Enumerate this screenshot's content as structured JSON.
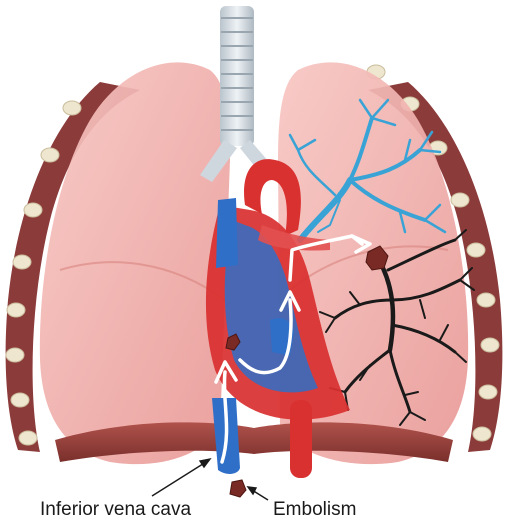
{
  "labels": {
    "inferior_vena_cava": "Inferior vena cava",
    "embolism": "Embolism"
  },
  "colors": {
    "lung": "#f2b3b0",
    "lung_shade": "#e79a98",
    "rib_border": "#8c3b3b",
    "rib_bead": "#efe6cf",
    "trachea": "#d6dde3",
    "heart_red": "#d93030",
    "vein_blue": "#2f6fc7",
    "artery_tree_blue": "#3aa3d6",
    "blocked_tree_black": "#1a1a1a",
    "diaphragm": "#8a3a36",
    "arrow": "#ffffff",
    "clot": "#7a2a24"
  },
  "icons": [
    "lungs-illustration",
    "heart-illustration",
    "blood-clot-icon",
    "flow-arrow-icon"
  ]
}
